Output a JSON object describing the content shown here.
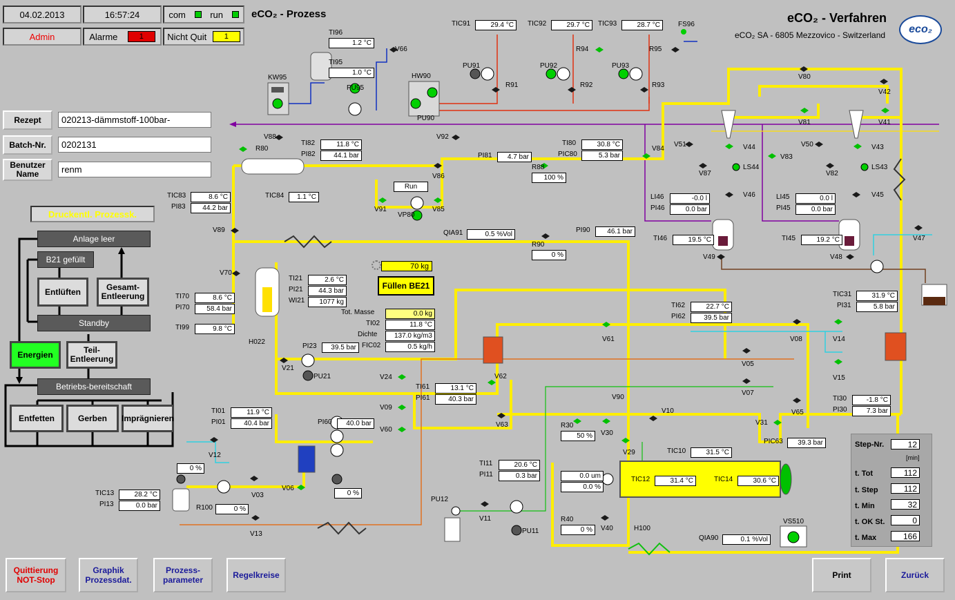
{
  "header": {
    "date": "04.02.2013",
    "time": "16:57:24",
    "com_label": "com",
    "run_label": "run",
    "user": "Admin",
    "alarme_label": "Alarme",
    "alarme_count": "1",
    "nicht_quit_label": "Nicht Quit",
    "nicht_quit_count": "1",
    "screen_title": "eCO₂ - Prozess",
    "app_title": "eCO₂ - Verfahren",
    "company": "eCO₂ SA - 6805 Mezzovico - Switzerland",
    "logo_text": "eco₂"
  },
  "recipe": {
    "rezept_label": "Rezept",
    "rezept_value": "020213-dämmstoff-100bar-",
    "batch_label": "Batch-Nr.",
    "batch_value": "0202131",
    "user_label": "Benutzer Name",
    "user_value": "renm"
  },
  "state_machine": {
    "title": "Druckentl. Prozessk.",
    "anlage_leer": "Anlage leer",
    "b21_gefuellt": "B21 gefüllt",
    "entlueften": "Entlüften",
    "gesamt_entleerung": "Gesamt-Entleerung",
    "standby": "Standby",
    "energien": "Energien",
    "teil_entleerung": "Teil-Entleerung",
    "betriebsbereitschaft": "Betriebs-bereitschaft",
    "entfetten": "Entfetten",
    "gerben": "Gerben",
    "impraegnieren": "Imprägnieren"
  },
  "bottom_buttons": {
    "quittierung": "Quittierung NOT-Stop",
    "graphik": "Graphik Prozessdat.",
    "prozess": "Prozess-parameter",
    "regelkreise": "Regelkreise",
    "print": "Print",
    "zurueck": "Zurück"
  },
  "step_panel": {
    "step_label": "Step-Nr.",
    "step_value": "12",
    "unit": "[min]",
    "t_tot_label": "t. Tot",
    "t_tot": "112",
    "t_step_label": "t. Step",
    "t_step": "112",
    "t_min_label": "t. Min",
    "t_min": "32",
    "t_ok_label": "t. OK St.",
    "t_ok": "0",
    "t_max_label": "t. Max",
    "t_max": "166"
  },
  "fill": {
    "mass": "70 kg",
    "label": "Füllen BE21"
  },
  "measurements": [
    {
      "tag": "TI96",
      "value": "1.2 °C"
    },
    {
      "tag": "TI95",
      "value": "1.0 °C"
    },
    {
      "tag": "TIC91",
      "value": "29.4 °C"
    },
    {
      "tag": "TIC92",
      "value": "29.7 °C"
    },
    {
      "tag": "TIC93",
      "value": "28.7 °C"
    },
    {
      "tag": "TI82",
      "value": "11.8 °C"
    },
    {
      "tag": "PI82",
      "value": "44.1 bar"
    },
    {
      "tag": "TIC84",
      "value": "1.1 °C"
    },
    {
      "tag": "PI81",
      "value": "4.7 bar"
    },
    {
      "tag": "R88",
      "value": "100 %"
    },
    {
      "tag": "TI80",
      "value": "30.8 °C"
    },
    {
      "tag": "PIC80",
      "value": "5.3 bar"
    },
    {
      "tag": "TIC83",
      "value": "8.6 °C"
    },
    {
      "tag": "PI83",
      "value": "44.2 bar"
    },
    {
      "tag": "QIA91",
      "value": "0.5 %Vol"
    },
    {
      "tag": "R90",
      "value": "0 %"
    },
    {
      "tag": "PI90",
      "value": "46.1 bar"
    },
    {
      "tag": "LI46",
      "value": "-0.0 l"
    },
    {
      "tag": "PI46",
      "value": "0.0 bar"
    },
    {
      "tag": "LI45",
      "value": "0.0 l"
    },
    {
      "tag": "PI45",
      "value": "0.0 bar"
    },
    {
      "tag": "TI46",
      "value": "19.5 °C"
    },
    {
      "tag": "TI45",
      "value": "19.2 °C"
    },
    {
      "tag": "TI21",
      "value": "2.6 °C"
    },
    {
      "tag": "PI21",
      "value": "44.3 bar"
    },
    {
      "tag": "WI21",
      "value": "1077 kg"
    },
    {
      "tag": "TI70",
      "value": "8.6 °C"
    },
    {
      "tag": "PI70",
      "value": "58.4 bar"
    },
    {
      "tag": "TI99",
      "value": "9.8 °C"
    },
    {
      "tag": "Tot. Masse",
      "value": "0.0 kg"
    },
    {
      "tag": "TI02",
      "value": "11.8 °C"
    },
    {
      "tag": "Dichte",
      "value": "137.0 kg/m3"
    },
    {
      "tag": "FIC02",
      "value": "0.5 kg/h"
    },
    {
      "tag": "PI23",
      "value": "39.5 bar"
    },
    {
      "tag": "TI62",
      "value": "22.7 °C"
    },
    {
      "tag": "PI62",
      "value": "39.5 bar"
    },
    {
      "tag": "TIC31",
      "value": "31.9 °C"
    },
    {
      "tag": "PI31",
      "value": "5.8 bar"
    },
    {
      "tag": "TI61",
      "value": "13.1 °C"
    },
    {
      "tag": "PI61",
      "value": "40.3 bar"
    },
    {
      "tag": "TI01",
      "value": "11.9 °C"
    },
    {
      "tag": "PI01",
      "value": "40.4 bar"
    },
    {
      "tag": "PI60",
      "value": "40.0 bar"
    },
    {
      "tag": "R30",
      "value": "50 %"
    },
    {
      "tag": "TI30",
      "value": "-1.8 °C"
    },
    {
      "tag": "PI30",
      "value": "7.3 bar"
    },
    {
      "tag": "PIC63",
      "value": "39.3 bar"
    },
    {
      "tag": "TIC10",
      "value": "31.5 °C"
    },
    {
      "tag": "TIC12",
      "value": "31.4 °C"
    },
    {
      "tag": "TIC14",
      "value": "30.6 °C"
    },
    {
      "tag": "MO10",
      "value": "0.0 um"
    },
    {
      "tag": "MO10b",
      "value": "0.0 %"
    },
    {
      "tag": "R40",
      "value": "0 %"
    },
    {
      "tag": "QIA90",
      "value": "0.1 %Vol"
    },
    {
      "tag": "TI11",
      "value": "20.6 °C"
    },
    {
      "tag": "PI11",
      "value": "0.3 bar"
    },
    {
      "tag": "TIC13",
      "value": "28.2 °C"
    },
    {
      "tag": "PI13",
      "value": "0.0 bar"
    },
    {
      "tag": "MO13",
      "value": "0 %"
    },
    {
      "tag": "R100",
      "value": "0 %"
    },
    {
      "tag": "PU60",
      "value": "0 %"
    },
    {
      "tag": "PU80",
      "value": "Run"
    }
  ],
  "tags": [
    "KW95",
    "HW90",
    "PU90",
    "PU91",
    "PU92",
    "PU93",
    "PU95",
    "R91",
    "R92",
    "R93",
    "R94",
    "R95",
    "FS96",
    "V66",
    "V88",
    "R80",
    "V92",
    "V86",
    "V91",
    "V85",
    "VP80",
    "V84",
    "V51",
    "V87",
    "V44",
    "LS44",
    "V46",
    "V83",
    "V50",
    "V82",
    "V43",
    "LS43",
    "V45",
    "V80",
    "V42",
    "V81",
    "V41",
    "V47",
    "V49",
    "V48",
    "V89",
    "V70",
    "H022",
    "V21",
    "PU21",
    "V24",
    "V09",
    "V60",
    "V61",
    "V62",
    "V63",
    "V08",
    "V14",
    "V15",
    "V05",
    "V07",
    "V65",
    "V31",
    "V90",
    "V10",
    "V30",
    "V29",
    "V40",
    "H100",
    "V06",
    "V03",
    "V12",
    "V13",
    "PU12",
    "V11",
    "PU11",
    "VS510"
  ]
}
